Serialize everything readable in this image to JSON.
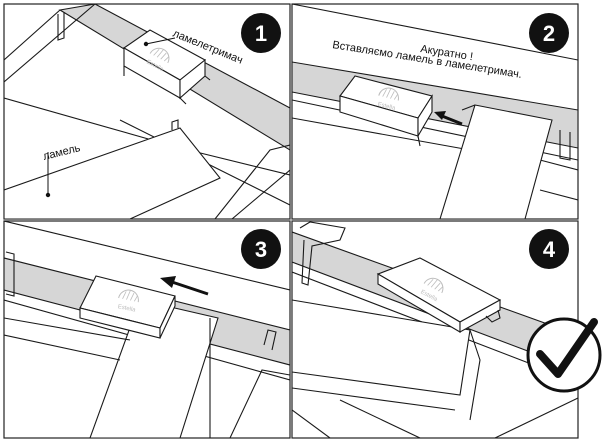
{
  "panels": [
    {
      "step": "1",
      "labels": {
        "holder": "ламелетримач",
        "lamella": "ламель"
      },
      "brand": "Estella"
    },
    {
      "step": "2",
      "labels": {
        "line1": "Акуратно !",
        "line2": "Вставляємо ламель в ламелетримач."
      },
      "brand": "Estella"
    },
    {
      "step": "3",
      "brand": "Estella"
    },
    {
      "step": "4",
      "brand": "Estella",
      "result": "checkmark"
    }
  ],
  "colors": {
    "rail": "#d6d6d6",
    "line": "#1a1a1a",
    "badge": "#111111"
  }
}
